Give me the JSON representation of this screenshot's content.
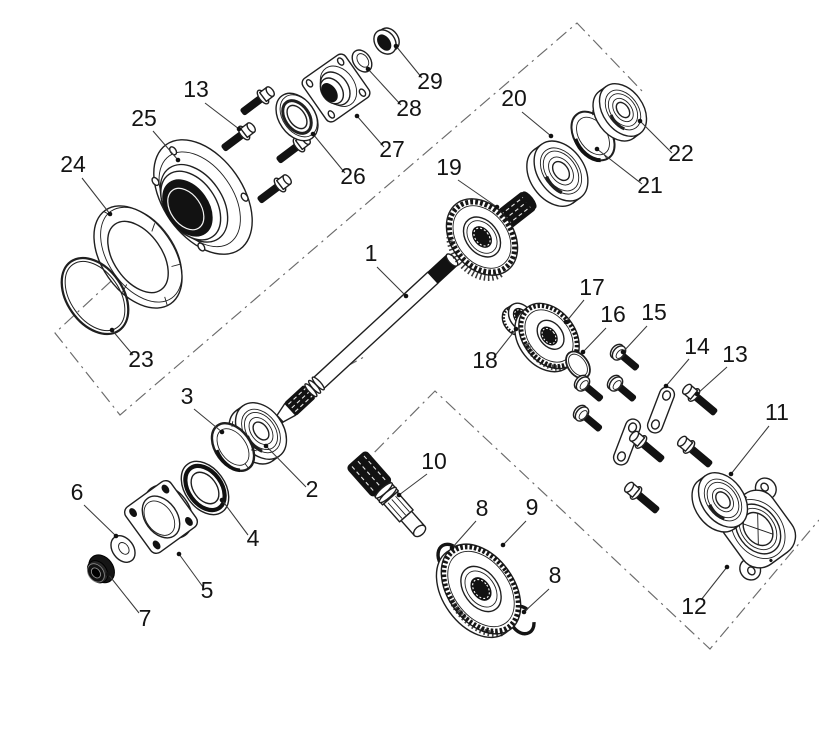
{
  "figure": {
    "kind": "exploded-parts-diagram",
    "background": "#ffffff",
    "line_color": "#1f1f1f",
    "phantom_line_color": "#6b6b6b"
  },
  "labels": [
    {
      "text": "1"
    },
    {
      "text": "2"
    },
    {
      "text": "3"
    },
    {
      "text": "4"
    },
    {
      "text": "5"
    },
    {
      "text": "6"
    },
    {
      "text": "7"
    },
    {
      "text": "8"
    },
    {
      "text": "8"
    },
    {
      "text": "9"
    },
    {
      "text": "10"
    },
    {
      "text": "11"
    },
    {
      "text": "12"
    },
    {
      "text": "13"
    },
    {
      "text": "13"
    },
    {
      "text": "14"
    },
    {
      "text": "15"
    },
    {
      "text": "16"
    },
    {
      "text": "17"
    },
    {
      "text": "18"
    },
    {
      "text": "19"
    },
    {
      "text": "20"
    },
    {
      "text": "21"
    },
    {
      "text": "22"
    },
    {
      "text": "23"
    },
    {
      "text": "24"
    },
    {
      "text": "25"
    },
    {
      "text": "26"
    },
    {
      "text": "27"
    },
    {
      "text": "28"
    },
    {
      "text": "29"
    }
  ]
}
